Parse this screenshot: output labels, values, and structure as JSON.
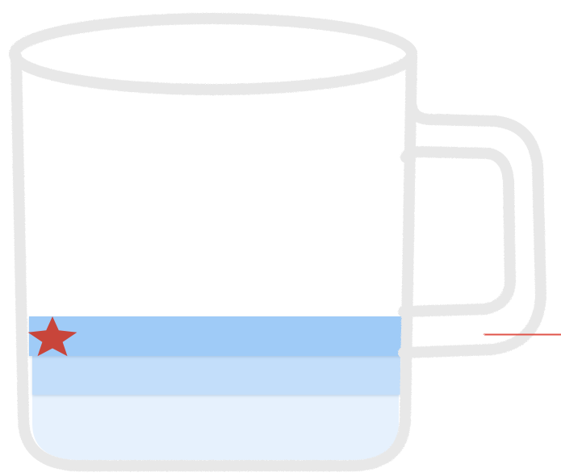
{
  "illustration": {
    "subject": "mug-icon",
    "marker": "star-icon",
    "level_indicator": "red-line"
  },
  "colors": {
    "background": "#ffffff",
    "mug_outline": "#e8e8e8",
    "layer_top": "#9fcbf7",
    "layer_middle": "#c3defa",
    "layer_bottom": "#e6f1fd",
    "star": "#c8453a",
    "level_line": "#e0524a"
  },
  "liquid_layers": [
    {
      "name": "top-band"
    },
    {
      "name": "middle-band"
    },
    {
      "name": "bottom-band"
    }
  ]
}
